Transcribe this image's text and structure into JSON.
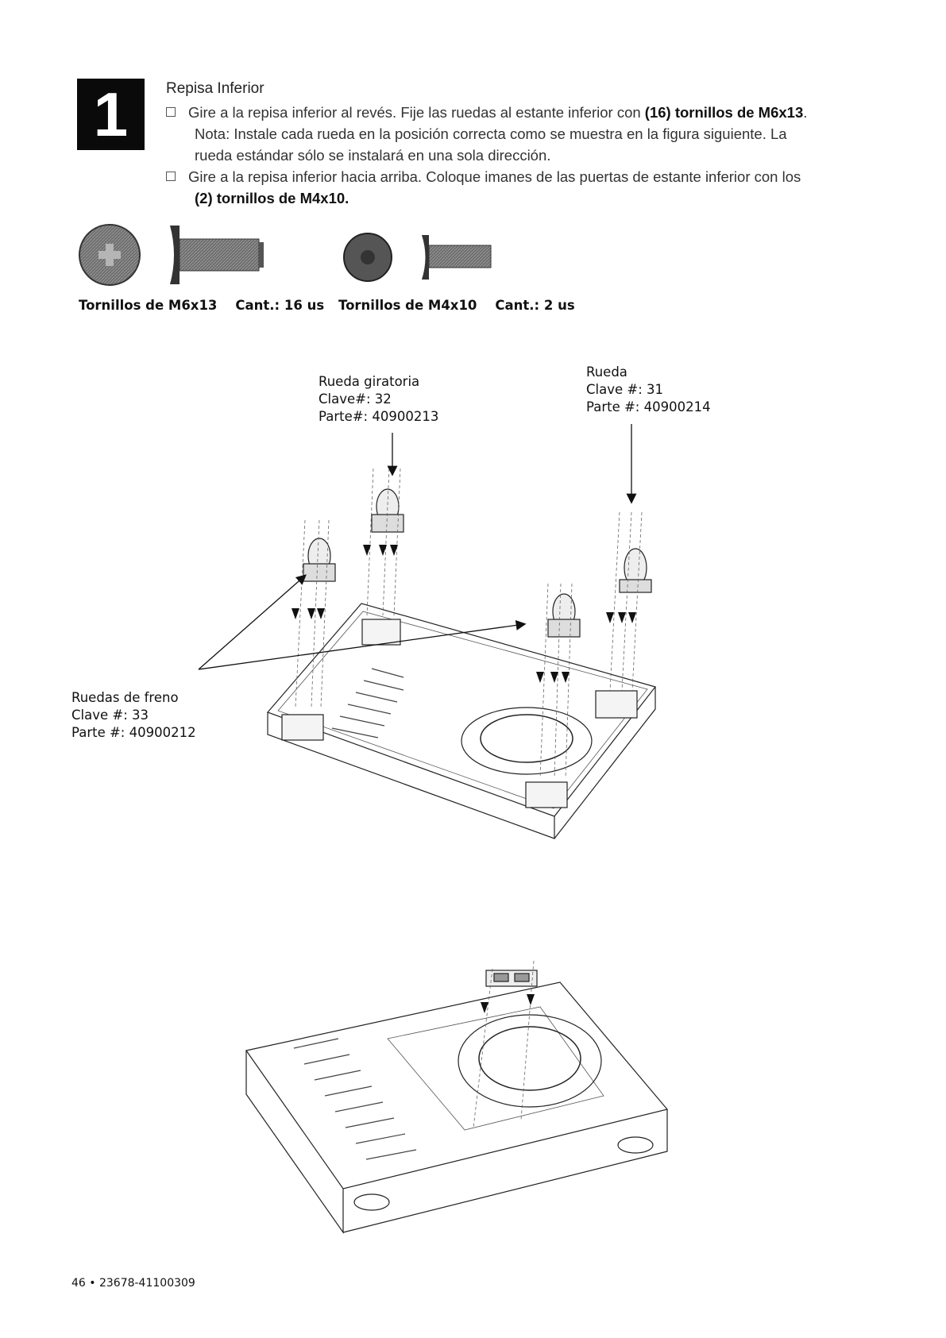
{
  "step": {
    "number": "1"
  },
  "section_title": "Repisa Inferior",
  "instructions": {
    "item1_line1": "Gire a la repisa inferior al revés.   Fije las ruedas al estante inferior con",
    "item1_count": "(16)",
    "item1_bold": "tornillos de M6x13",
    "item1_end": ".",
    "item1_line2": "Nota: Instale cada rueda en la posición correcta como se muestra en la figura siguiente. La",
    "item1_line3": "rueda estándar sólo se instalará en una sola dirección.",
    "item2_line1": "Gire a la repisa inferior hacia arriba. Coloque imanes de las puertas de estante inferior con los",
    "item2_count": "(2)",
    "item2_rest": "tornillos de M4x10."
  },
  "hardware": [
    {
      "name": "Tornillos de M6x13",
      "qty_label": "Cant.:",
      "qty": "16 us"
    },
    {
      "name": "Tornillos de M4x10",
      "qty_label": "Cant.:",
      "qty": "2 us"
    }
  ],
  "callouts": {
    "swivel": {
      "name": "Rueda giratoria",
      "key": "Clave#: 32",
      "part": "Parte#: 40900213"
    },
    "wheel": {
      "name": "Rueda",
      "key": "Clave #: 31",
      "part": "Parte #: 40900214"
    },
    "brake": {
      "name": "Ruedas de freno",
      "key": "Clave #: 33",
      "part": "Parte #: 40900212"
    }
  },
  "footer": "46 • 23678-41100309",
  "colors": {
    "ink": "#1a1a1a",
    "badge": "#0a0a0a",
    "screw_fill": "#7a7a7a"
  }
}
